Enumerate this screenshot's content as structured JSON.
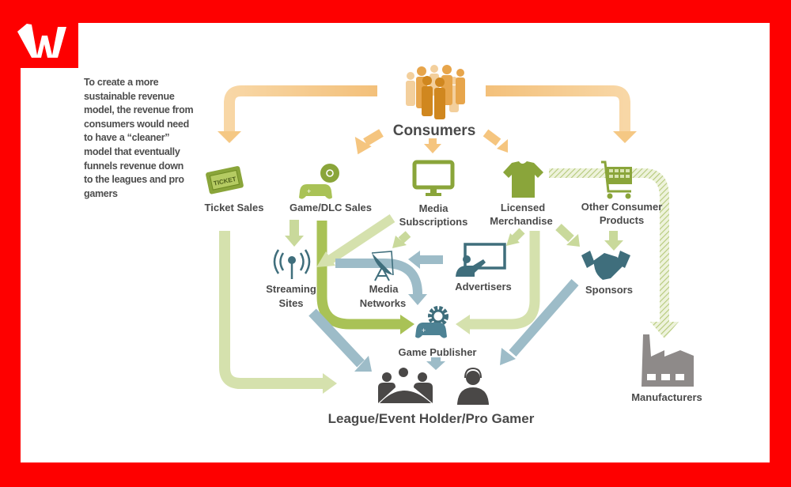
{
  "brand": {
    "logo_letter": "W",
    "frame_color": "#fe0000"
  },
  "intro_text": "To create a more sustainable revenue model, the revenue from consumers would need to have a “cleaner” model that eventually funnels revenue down to the leagues and pro gamers",
  "nodes": {
    "consumers": {
      "label": "Consumers",
      "icon": "crowd-icon"
    },
    "ticket_sales": {
      "label": "Ticket Sales",
      "icon": "ticket-icon",
      "icon_text": "TICKET"
    },
    "game_dlc_sales": {
      "label": "Game/DLC Sales",
      "icon": "gamepad-disc-icon"
    },
    "media_subscriptions": {
      "line1": "Media",
      "line2": "Subscriptions",
      "icon": "monitor-icon"
    },
    "licensed_merchandise": {
      "line1": "Licensed",
      "line2": "Merchandise",
      "icon": "tshirt-icon"
    },
    "other_consumer_products": {
      "line1": "Other Consumer",
      "line2": "Products",
      "icon": "shopping-cart-icon"
    },
    "streaming_sites": {
      "line1": "Streaming",
      "line2": "Sites",
      "icon": "broadcast-antenna-icon"
    },
    "media_networks": {
      "line1": "Media",
      "line2": "Networks",
      "icon": "satellite-dish-icon"
    },
    "advertisers": {
      "label": "Advertisers",
      "icon": "presenter-board-icon"
    },
    "sponsors": {
      "label": "Sponsors",
      "icon": "handshake-icon"
    },
    "game_publisher": {
      "label": "Game Publisher",
      "icon": "gamepad-gear-icon"
    },
    "league": {
      "label": "League/Event Holder/Pro Gamer",
      "icon": "meeting-headset-icon"
    },
    "manufacturers": {
      "label": "Manufacturers",
      "icon": "factory-icon"
    }
  },
  "colors": {
    "consumer_flow": "#f5c57f",
    "green_dark": "#8aa53a",
    "green_light": "#c9d99b",
    "blue_flow": "#9dbcc8",
    "teal_icon": "#3f6e7c",
    "gray_icon": "#8e8a89",
    "text": "#4a4a4a"
  }
}
